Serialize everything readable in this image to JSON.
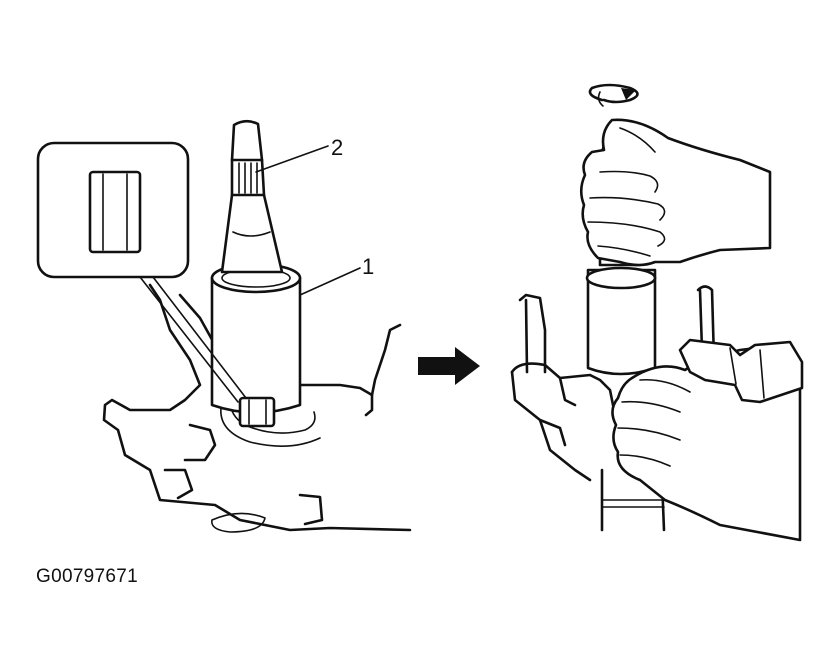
{
  "figure": {
    "image_id_label": "G00797671",
    "callouts": [
      {
        "id": "1",
        "text": "1"
      },
      {
        "id": "2",
        "text": "2"
      }
    ]
  },
  "icons": {
    "step_arrow": "right-arrow-icon",
    "rotation": "rotation-arrow-icon"
  }
}
